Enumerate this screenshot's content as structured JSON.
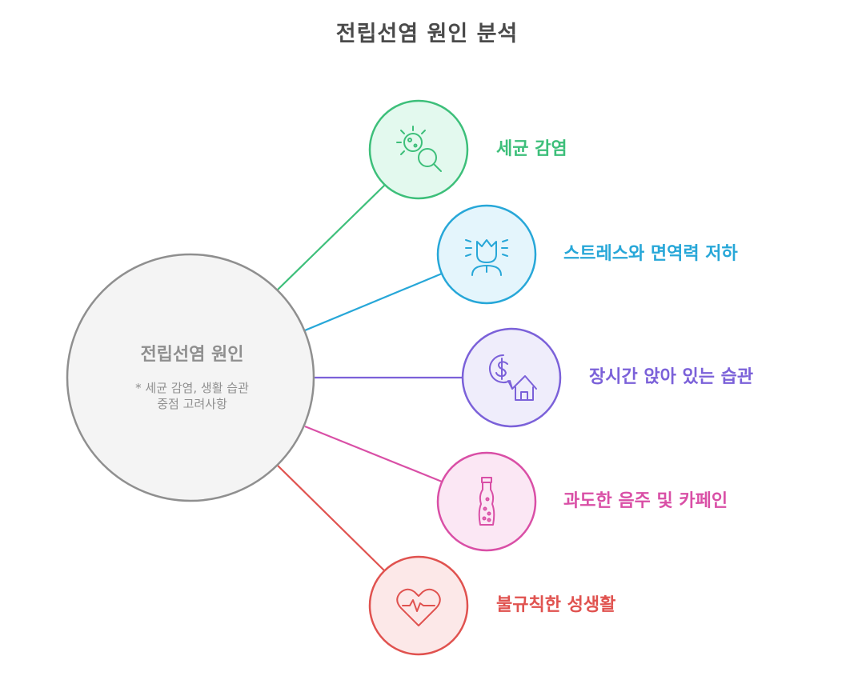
{
  "title": "전립선염 원인 분석",
  "center": {
    "title": "전립선염 원인",
    "note_line1": "* 세균 감염, 생활 습관",
    "note_line2": "중점 고려사항"
  },
  "causes": [
    {
      "label": "세균 감염",
      "icon": "bacteria-magnifier-icon",
      "color": "#3dbf7a",
      "fill": "#e3f9ee"
    },
    {
      "label": "스트레스와 면역력 저하",
      "icon": "stressed-person-icon",
      "color": "#27a7d8",
      "fill": "#e4f5fc"
    },
    {
      "label": "장시간 앉아 있는 습관",
      "icon": "money-house-icon",
      "color": "#7b61d9",
      "fill": "#efedfb"
    },
    {
      "label": "과도한 음주 및 카페인",
      "icon": "soda-bottle-icon",
      "color": "#d94fa6",
      "fill": "#fbe7f4"
    },
    {
      "label": "불규칙한 성생활",
      "icon": "heartbeat-icon",
      "color": "#e0524f",
      "fill": "#fce8e8"
    }
  ],
  "colors": {
    "center_stroke": "#8f8f8f",
    "center_fill": "#f4f4f4",
    "text_dark": "#4a4a4a",
    "text_gray": "#8f8f8f"
  }
}
